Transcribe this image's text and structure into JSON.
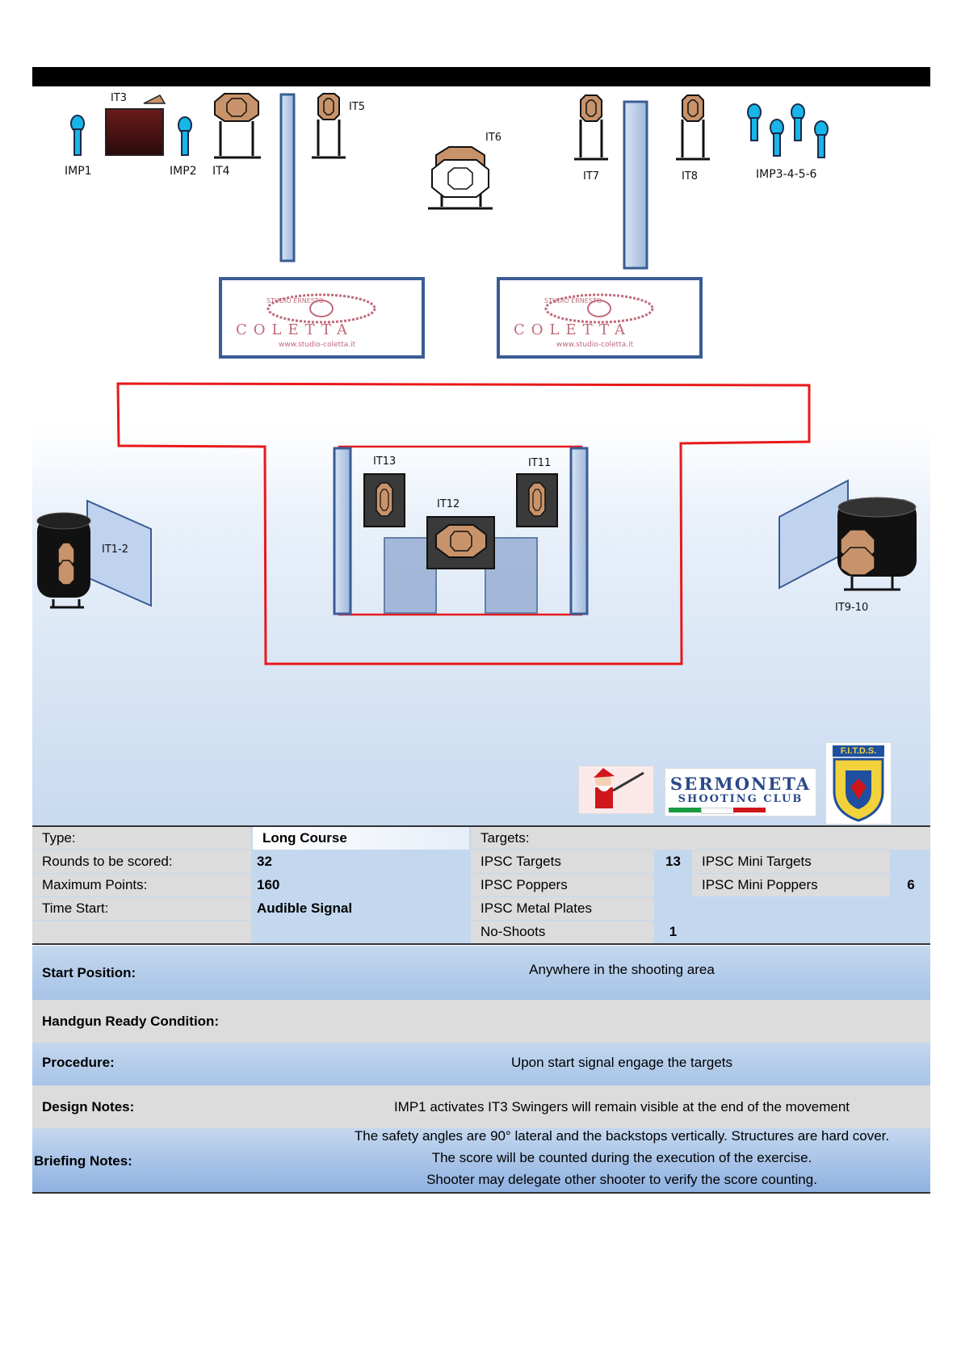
{
  "diagram": {
    "labels": {
      "it3": "IT3",
      "imp1": "IMP1",
      "imp2": "IMP2",
      "it4": "IT4",
      "it5": "IT5",
      "it6": "IT6",
      "it7": "IT7",
      "it8": "IT8",
      "imp3456": "IMP3-4-5-6",
      "it13": "IT13",
      "it11": "IT11",
      "it12": "IT12",
      "it12b": "IT1-2",
      "it910": "IT9-10"
    },
    "banner_text": "COLETTA",
    "banner_small": "STUDIO ERNESTO",
    "banner_url": "www.studio-coletta.it",
    "colors": {
      "fault_line": "#e8191b",
      "wall": "#b8cce8",
      "target": "#c8936a",
      "popper": "#17b5e8"
    }
  },
  "logos": {
    "club_line1": "SERMONETA",
    "club_line2": "SHOOTING CLUB",
    "fitds": "F.I.T.D.S."
  },
  "info": {
    "type_label": "Type:",
    "type_value": "Long Course",
    "rounds_label": "Rounds to be scored:",
    "rounds_value": "32",
    "points_label": "Maximum Points:",
    "points_value": "160",
    "time_label": "Time Start:",
    "time_value": "Audible Signal",
    "targets_label": "Targets:",
    "ipsc_targets_label": "IPSC Targets",
    "ipsc_targets_value": "13",
    "ipsc_mini_targets_label": "IPSC Mini Targets",
    "ipsc_poppers_label": "IPSC Poppers",
    "ipsc_mini_poppers_label": "IPSC Mini Poppers",
    "ipsc_mini_poppers_value": "6",
    "metal_plates_label": "IPSC Metal Plates",
    "no_shoots_label": "No-Shoots",
    "no_shoots_value": "1"
  },
  "details": {
    "start_label": "Start Position:",
    "start_value": "Anywhere in the shooting area",
    "ready_label": "Handgun Ready Condition:",
    "ready_value": "",
    "procedure_label": "Procedure:",
    "procedure_value": "Upon start signal engage the targets",
    "design_label": "Design Notes:",
    "design_value": "IMP1 activates IT3  Swingers will remain visible at the end of the movement",
    "briefing_label": "Briefing Notes:",
    "briefing_lines": [
      "The safety angles are 90° lateral and the backstops vertically. Structures are hard cover.",
      "The score will be counted during the execution of the exercise.",
      "Shooter may delegate other shooter to verify the score counting."
    ]
  }
}
